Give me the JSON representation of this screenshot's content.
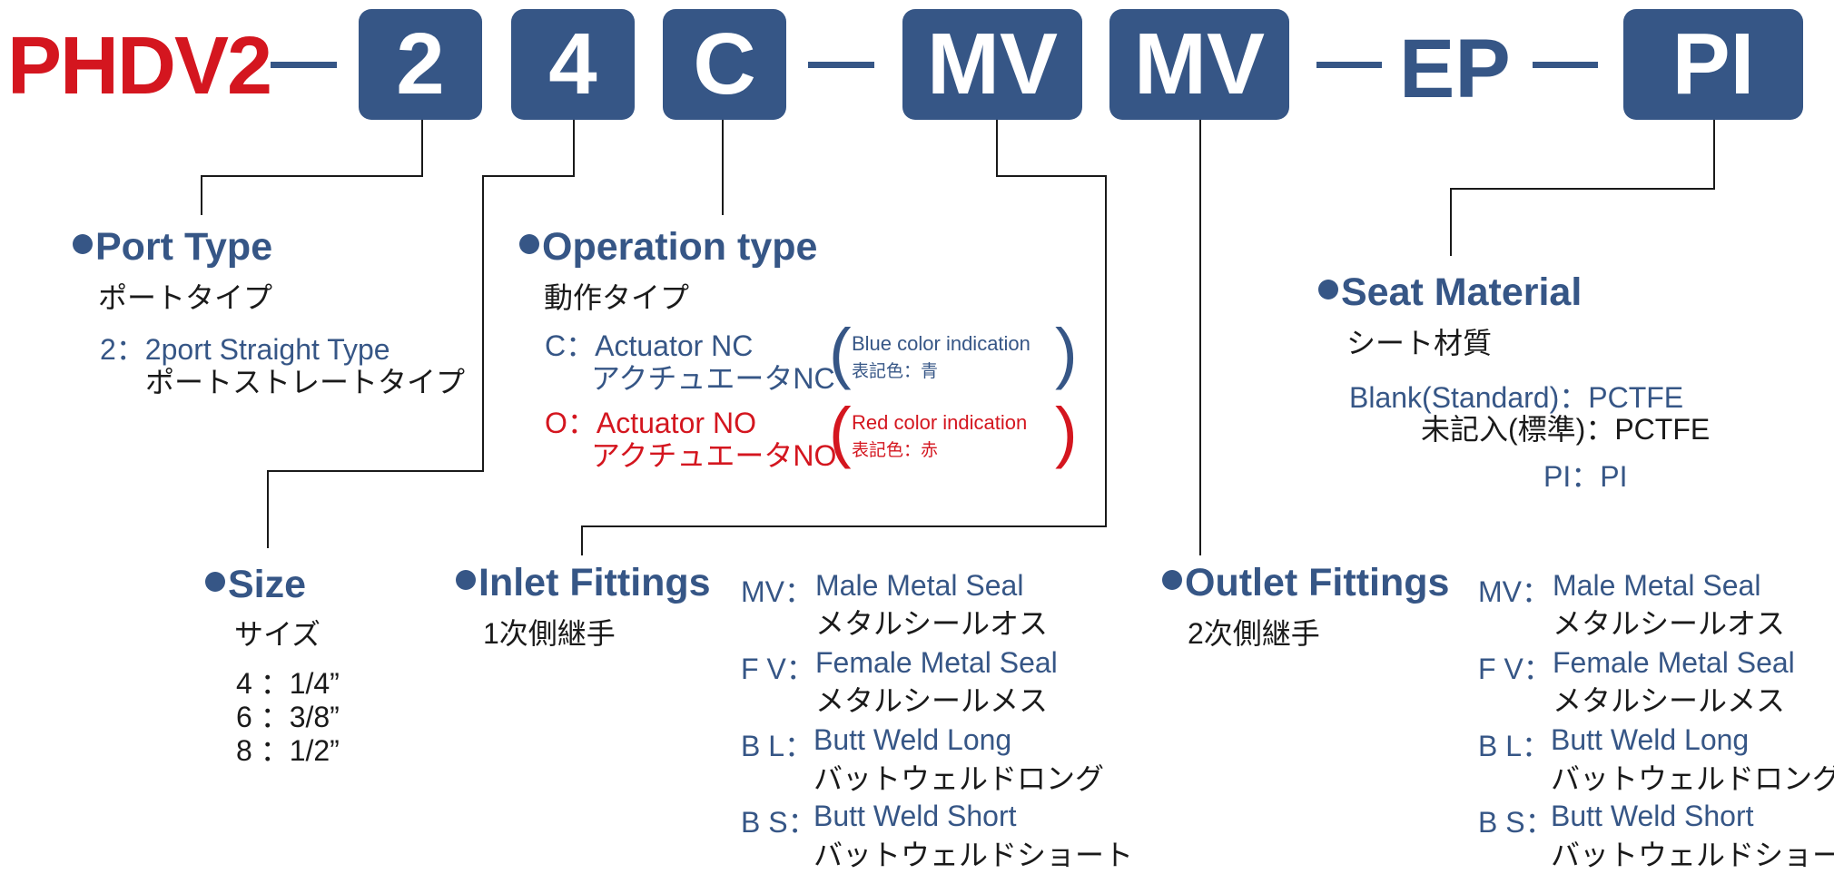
{
  "code": {
    "prefix": "PHDV2",
    "boxes": [
      "2",
      "4",
      "C",
      "MV",
      "MV",
      "PI"
    ],
    "ep": "EP"
  },
  "port_type": {
    "title_en": "Port Type",
    "title_jp": "ポートタイプ",
    "option_en": "2：2port Straight Type",
    "option_jp": "ポートストレートタイプ"
  },
  "operation_type": {
    "title_en": "Operation type",
    "title_jp": "動作タイプ",
    "nc_en": "C：Actuator NC",
    "nc_jp": "アクチュエータNC",
    "nc_note_en": "Blue color indication",
    "nc_note_jp": "表記色：青",
    "no_en": "O：Actuator NO",
    "no_jp": "アクチュエータNO",
    "no_note_en": "Red color indication",
    "no_note_jp": "表記色：赤",
    "paren_open": "(",
    "paren_close": ")"
  },
  "seat_material": {
    "title_en": "Seat Material",
    "title_jp": "シート材質",
    "blank_en": "Blank(Standard)：PCTFE",
    "blank_jp": "未記入(標準)：PCTFE",
    "pi": "PI：PI"
  },
  "size": {
    "title_en": "Size",
    "title_jp": "サイズ",
    "options": [
      "4 ：1/4”",
      "6 ：3/8”",
      "8 ：1/2”"
    ]
  },
  "inlet_fittings": {
    "title_en": "Inlet Fittings",
    "title_jp": "1次側継手"
  },
  "outlet_fittings": {
    "title_en": "Outlet Fittings",
    "title_jp": "2次側継手"
  },
  "fitting_options": [
    {
      "code": "MV：",
      "en": "Male Metal Seal",
      "jp": "メタルシールオス"
    },
    {
      "code": "F V：",
      "en": "Female Metal Seal",
      "jp": "メタルシールメス"
    },
    {
      "code": "B L：",
      "en": "Butt Weld Long",
      "jp": "バットウェルドロング"
    },
    {
      "code": "B S：",
      "en": "Butt Weld Short",
      "jp": "バットウェルドショート"
    }
  ],
  "colors": {
    "navy": "#365686",
    "red": "#d4161f",
    "text": "#1a1a1a"
  }
}
